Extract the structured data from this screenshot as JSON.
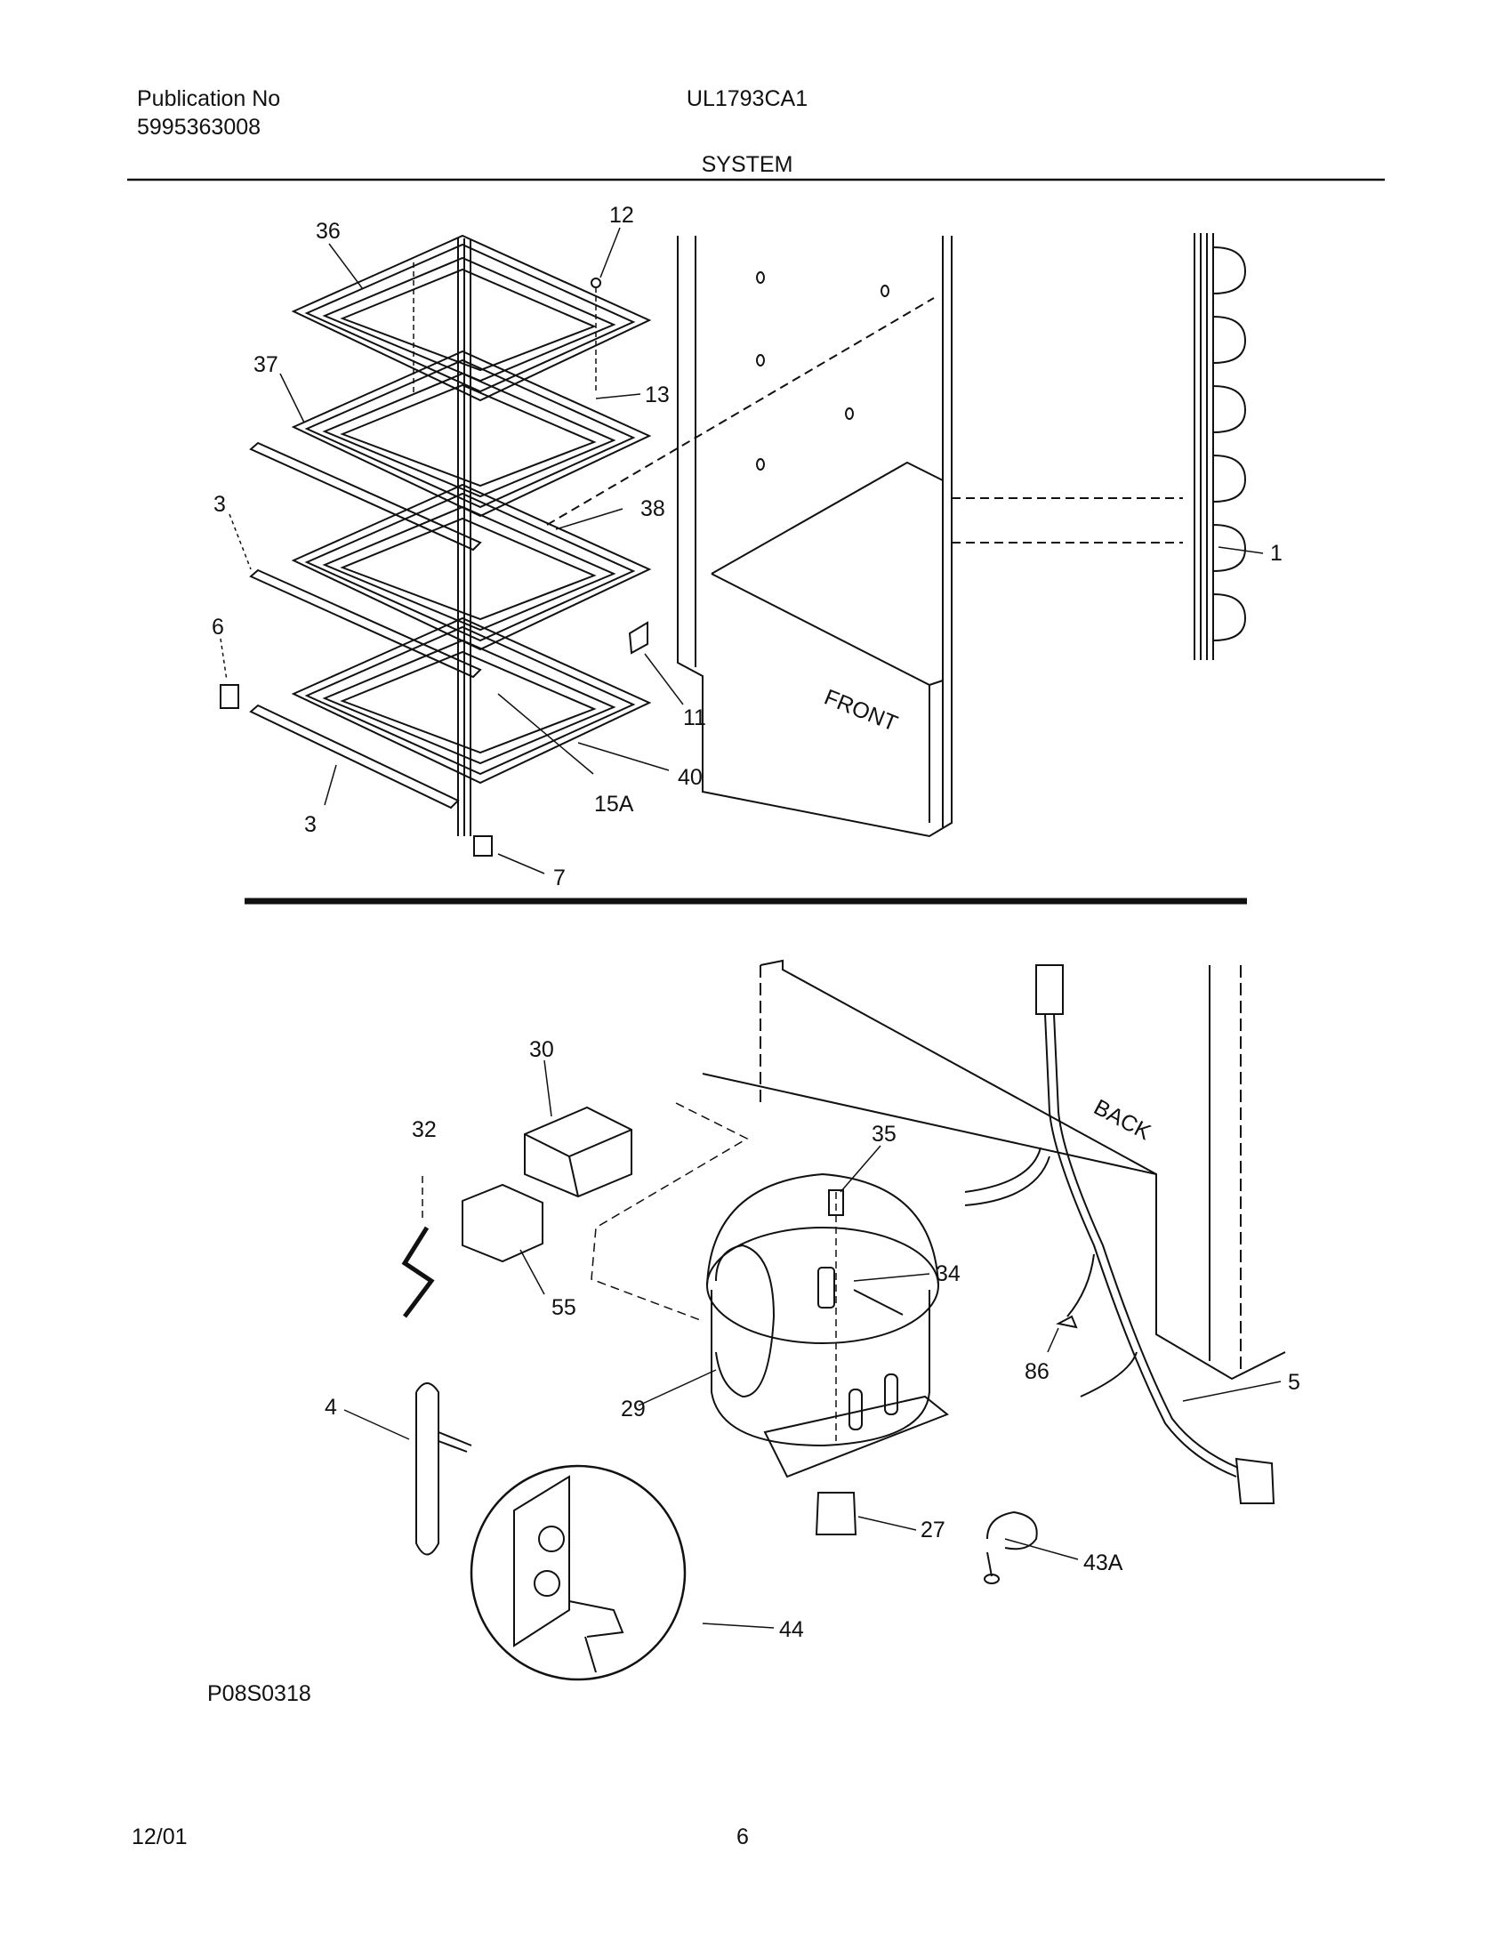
{
  "header": {
    "publication_label": "Publication No",
    "publication_number": "5995363008",
    "model": "UL1793CA1",
    "section": "SYSTEM"
  },
  "upper_diagram": {
    "front_label": "FRONT",
    "callouts": [
      "36",
      "37",
      "3",
      "6",
      "3",
      "12",
      "13",
      "38",
      "1",
      "11",
      "40",
      "15A",
      "7"
    ]
  },
  "lower_diagram": {
    "back_label": "BACK",
    "callouts": [
      "30",
      "32",
      "55",
      "35",
      "34",
      "29",
      "4",
      "27",
      "43A",
      "44",
      "86",
      "5"
    ]
  },
  "figure_code": "P08S0318",
  "footer": {
    "date": "12/01",
    "page": "6"
  }
}
